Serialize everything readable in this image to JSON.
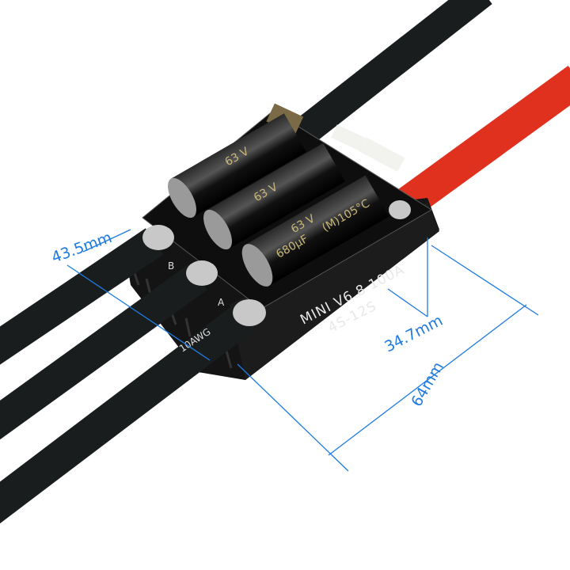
{
  "product": {
    "model_label": "MINI V6.8  100A",
    "voltage_label": "4S-12S",
    "wire_label": "10AWG",
    "pad_labels": [
      "B",
      "A"
    ]
  },
  "capacitors": {
    "voltage": "63 V",
    "capacitance": "680µF",
    "rating": "(M)105°C"
  },
  "dimensions": {
    "width": "43.5mm",
    "height": "34.7mm",
    "length": "64mm"
  },
  "colors": {
    "dimension_lines": "#1e7be0",
    "power_wire": "#e0311f",
    "motor_wires": "#1a1d1e"
  }
}
